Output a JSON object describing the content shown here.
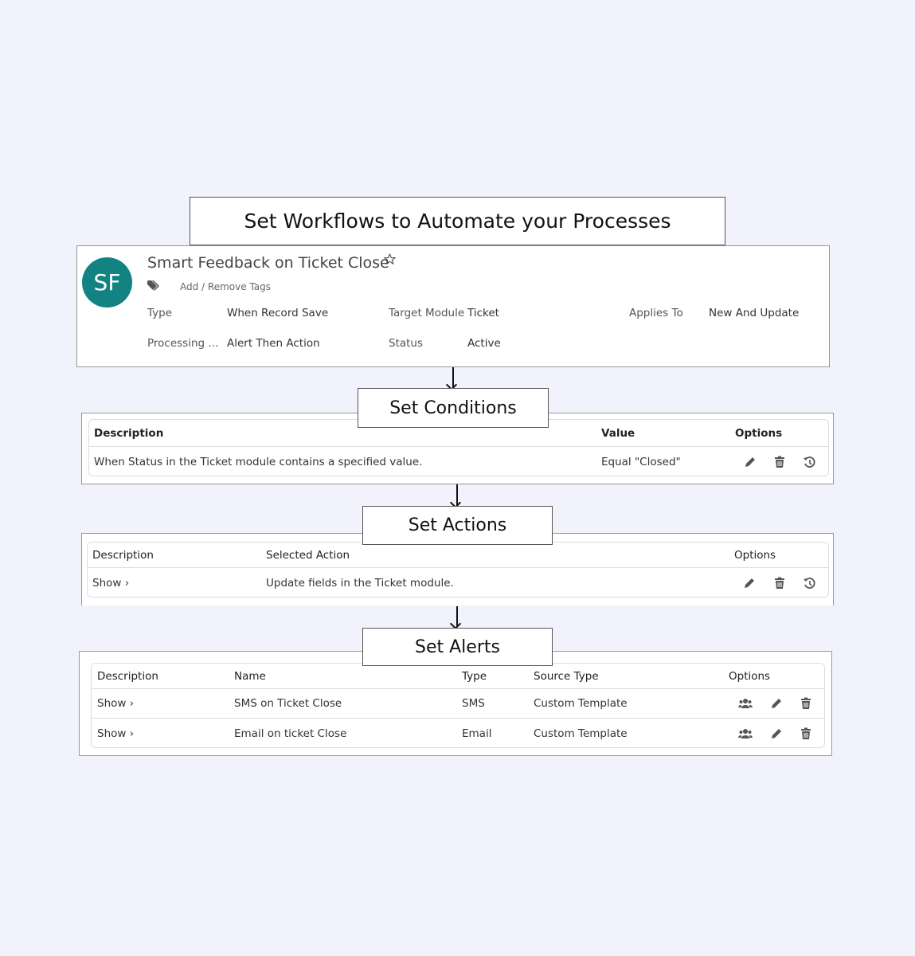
{
  "banner": "Set Workflows to Automate your Processes",
  "workflow": {
    "avatar": "SF",
    "avatar_color": "#128282",
    "title": "Smart Feedback on Ticket Close",
    "tags_link": "Add / Remove Tags",
    "fields": [
      {
        "label": "Type",
        "value": "When Record Save"
      },
      {
        "label": "Target Module",
        "value": "Ticket"
      },
      {
        "label": "Applies To",
        "value": "New And Update"
      },
      {
        "label": "Processing ...",
        "value": "Alert Then Action"
      },
      {
        "label": "Status",
        "value": "Active"
      }
    ]
  },
  "conditions": {
    "heading": "Set Conditions",
    "columns": [
      "Description",
      "Value",
      "Options"
    ],
    "rows": [
      {
        "description": "When Status in the Ticket module contains a specified value.",
        "value": "Equal \"Closed\""
      }
    ]
  },
  "actions": {
    "heading": "Set Actions",
    "columns": [
      "Description",
      "Selected Action",
      "Options"
    ],
    "rows": [
      {
        "show": "Show",
        "action": "Update fields in the Ticket module."
      }
    ]
  },
  "alerts": {
    "heading": "Set Alerts",
    "columns": [
      "Description",
      "Name",
      "Type",
      "Source Type",
      "Options"
    ],
    "rows": [
      {
        "show": "Show",
        "name": "SMS on Ticket Close",
        "type": "SMS",
        "source": "Custom Template"
      },
      {
        "show": "Show",
        "name": "Email on ticket Close",
        "type": "Email",
        "source": "Custom Template"
      }
    ]
  }
}
